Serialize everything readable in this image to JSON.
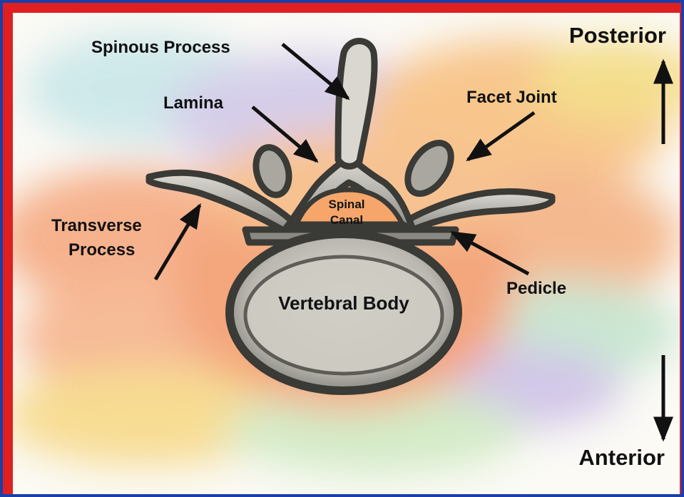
{
  "labels": {
    "spinous_process": "Spinous Process",
    "lamina": "Lamina",
    "facet_joint": "Facet Joint",
    "transverse_process_line1": "Transverse",
    "transverse_process_line2": "Process",
    "spinal_canal_line1": "Spinal",
    "spinal_canal_line2": "Canal",
    "pedicle": "Pedicle",
    "vertebral_body": "Vertebral Body",
    "posterior": "Posterior",
    "anterior": "Anterior"
  },
  "colors": {
    "frame_outer": "#1a3fa8",
    "frame_inner": "#e02020",
    "bone_outline": "#3a3a36",
    "bone_fill": "#c9c8c2"
  }
}
